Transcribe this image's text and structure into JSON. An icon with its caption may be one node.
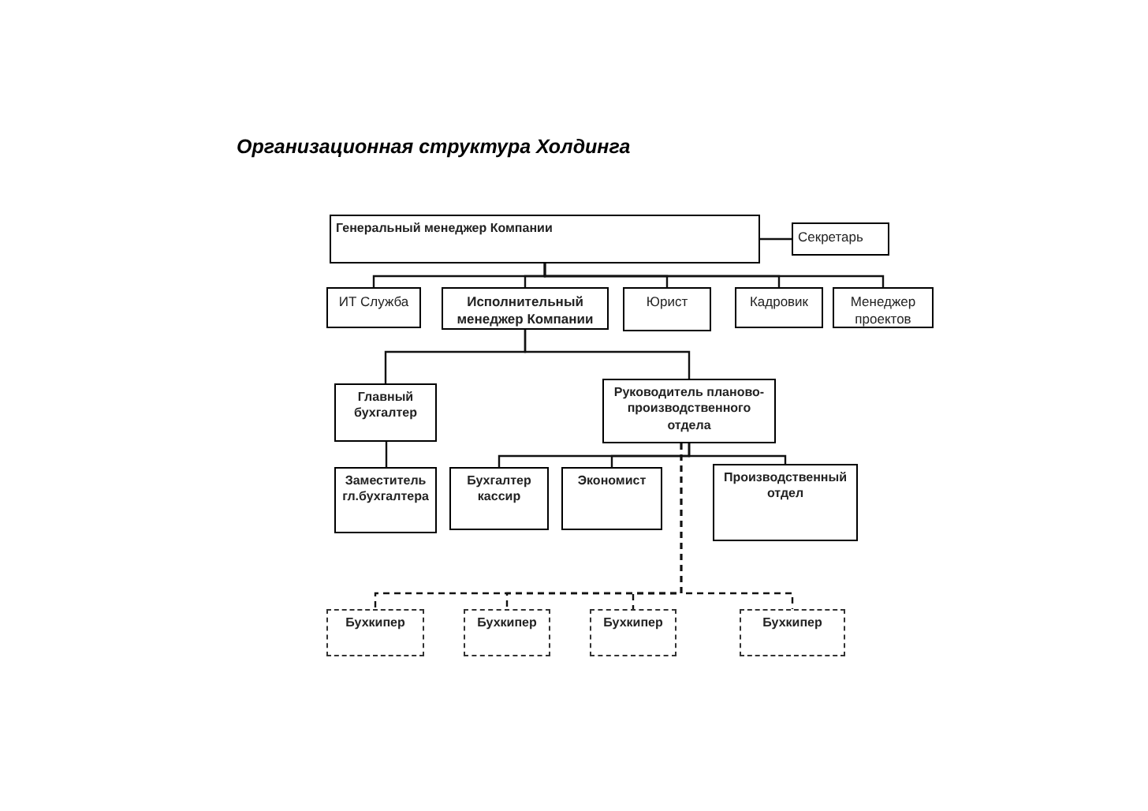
{
  "diagram": {
    "title": "Организационная структура  Холдинга",
    "nodes": [
      {
        "text": [
          "Генеральный менеджер Компании"
        ]
      },
      {
        "text": [
          "Секретарь"
        ]
      },
      {
        "text": [
          "ИТ Служба"
        ]
      },
      {
        "text": [
          "Исполнительный менеджер Компании"
        ]
      },
      {
        "text": [
          "Юрист"
        ]
      },
      {
        "text": [
          "Кадровик"
        ]
      },
      {
        "text": [
          "Менеджер проектов"
        ]
      },
      {
        "text": [
          "Главный бухгалтер"
        ]
      },
      {
        "text": [
          "Руководитель планово-производственного отдела"
        ]
      },
      {
        "text": [
          "Заместитель гл.бухгалтера"
        ]
      },
      {
        "text": [
          "Бухгалтер кассир"
        ]
      },
      {
        "text": [
          "Экономист"
        ]
      },
      {
        "text": [
          "Производственный отдел"
        ]
      },
      {
        "text": [
          "Бухкипер"
        ]
      },
      {
        "text": [
          "Бухкипер"
        ]
      },
      {
        "text": [
          "Бухкипер"
        ]
      },
      {
        "text": [
          "Бухкипер"
        ]
      }
    ],
    "edges": [
      {
        "from": 0,
        "to": 1,
        "arrow": "none"
      },
      {
        "from": 0,
        "to": 2,
        "arrow": "none"
      },
      {
        "from": 0,
        "to": 3,
        "arrow": "none"
      },
      {
        "from": 0,
        "to": 4,
        "arrow": "none"
      },
      {
        "from": 0,
        "to": 5,
        "arrow": "none"
      },
      {
        "from": 0,
        "to": 6,
        "arrow": "none"
      },
      {
        "from": 3,
        "to": 7,
        "arrow": "none"
      },
      {
        "from": 3,
        "to": 8,
        "arrow": "none"
      },
      {
        "from": 7,
        "to": 9,
        "arrow": "none"
      },
      {
        "from": 8,
        "to": 10,
        "arrow": "none"
      },
      {
        "from": 8,
        "to": 11,
        "arrow": "none"
      },
      {
        "from": 8,
        "to": 12,
        "arrow": "none"
      },
      {
        "from": 8,
        "to": 13,
        "arrow": "none",
        "style": "dashed"
      },
      {
        "from": 8,
        "to": 14,
        "arrow": "none",
        "style": "dashed"
      },
      {
        "from": 8,
        "to": 15,
        "arrow": "none",
        "style": "dashed"
      },
      {
        "from": 8,
        "to": 16,
        "arrow": "none",
        "style": "dashed"
      }
    ]
  }
}
